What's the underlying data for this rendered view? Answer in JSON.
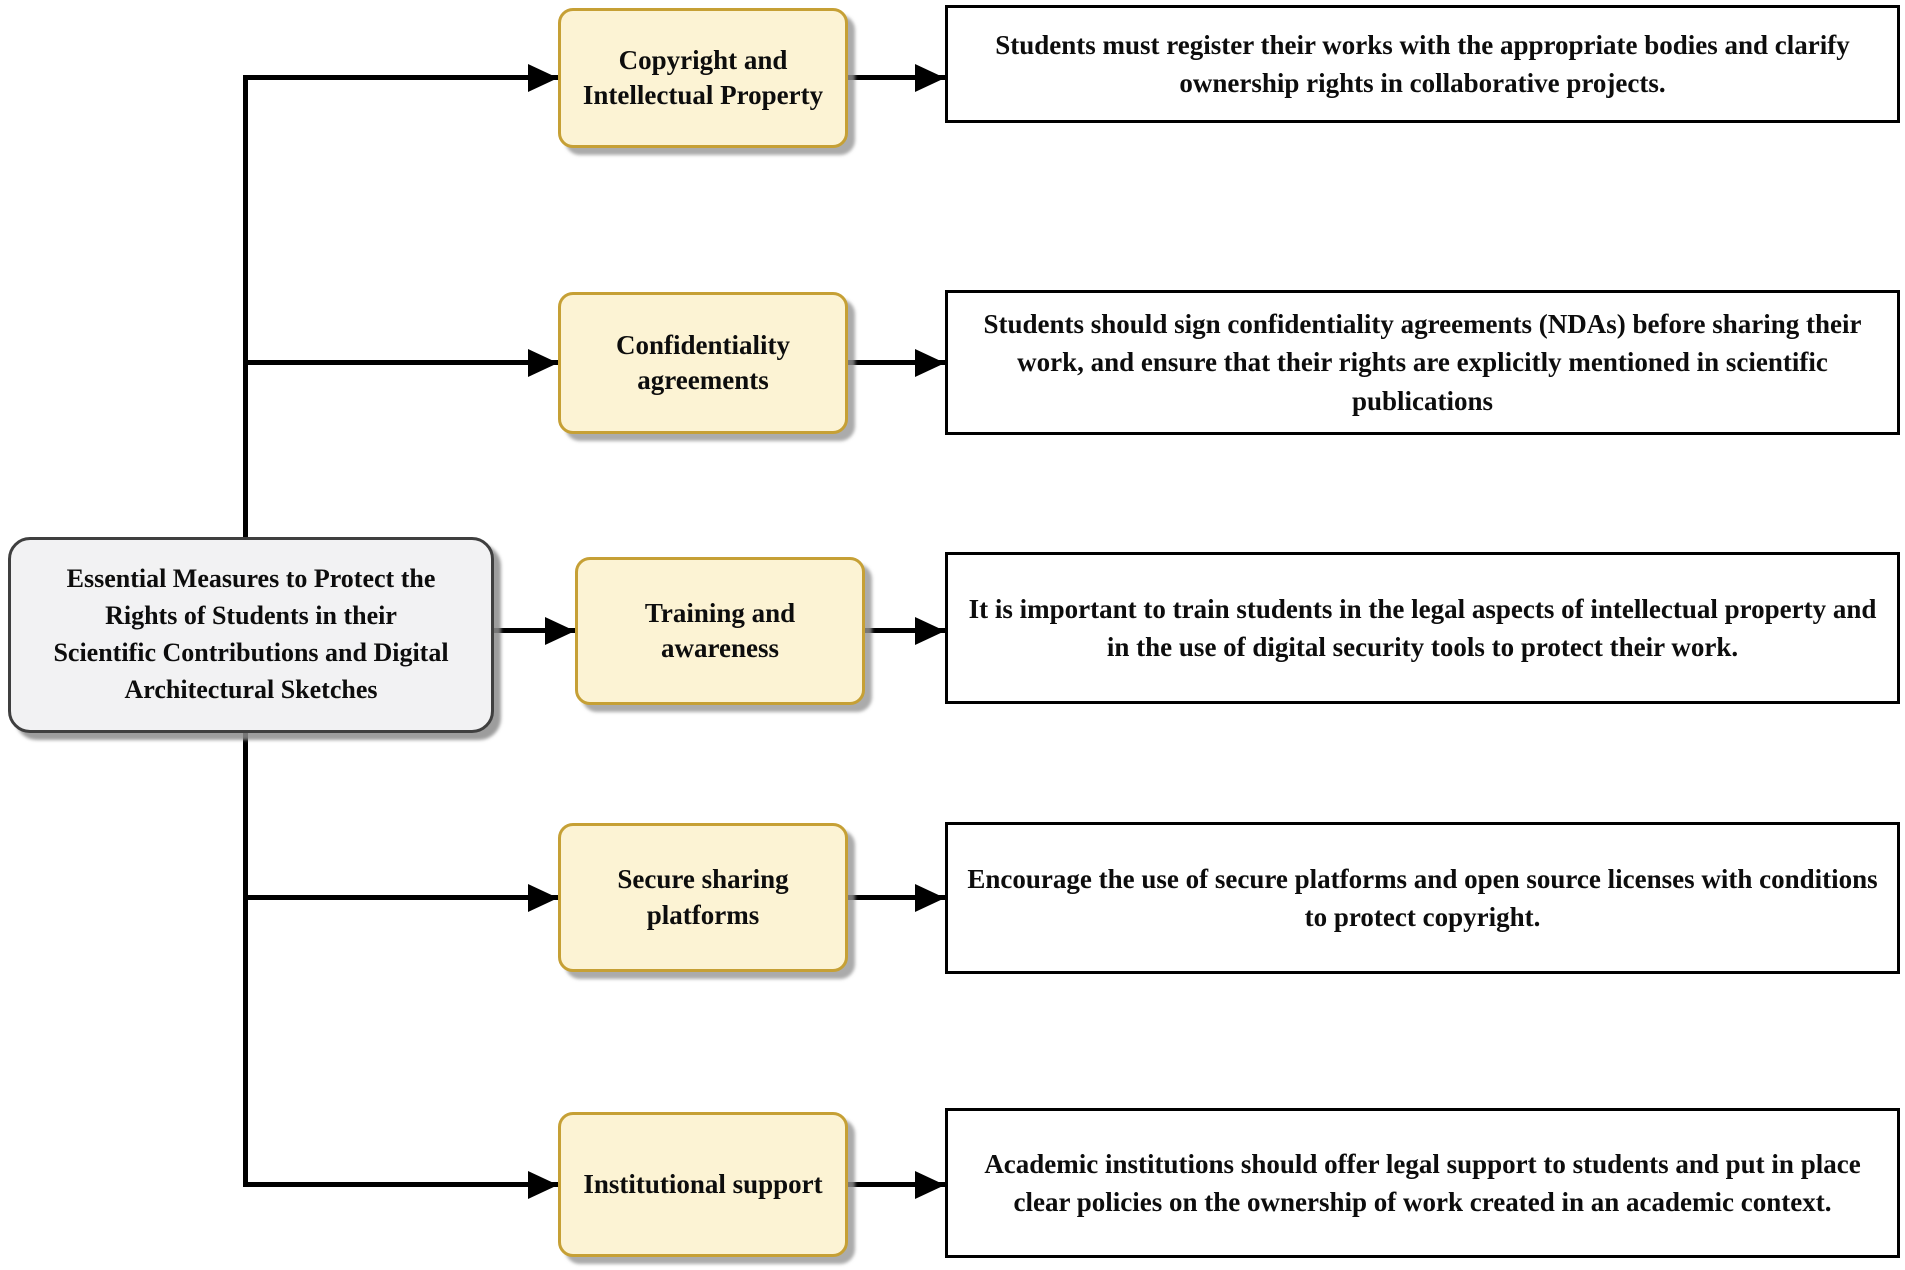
{
  "figure": {
    "type": "flowchart",
    "orientation": "left-to-right"
  },
  "root": {
    "lines": [
      "Essential Measures to Protect the",
      "Rights of Students in their",
      "Scientific Contributions and Digital",
      "Architectural Sketches"
    ]
  },
  "branches": [
    {
      "node": "Copyright and Intellectual Property",
      "description": "Students must register their works with the appropriate bodies and clarify ownership rights in collaborative projects."
    },
    {
      "node": "Confidentiality agreements",
      "description": "Students should sign confidentiality agreements (NDAs) before sharing their work, and ensure that their rights are explicitly mentioned in scientific publications"
    },
    {
      "node": "Training and awareness",
      "description": "It is important to train students in the legal aspects of intellectual property and in the use of digital security tools to protect their work."
    },
    {
      "node": "Secure sharing platforms",
      "description": "Encourage the use of secure platforms and open source licenses with conditions to protect copyright."
    },
    {
      "node": "Institutional support",
      "description": "Academic institutions should offer legal support to students and put in place clear policies on the ownership of work created in an academic context."
    }
  ],
  "colors": {
    "node_fill": "#fcf3d4",
    "node_border": "#c6a035",
    "root_fill": "#f2f2f3",
    "root_border": "#3f3f3f",
    "desc_fill": "#ffffff",
    "desc_border": "#000000",
    "line_color": "#000000",
    "text_color": "#0d0d0d"
  }
}
